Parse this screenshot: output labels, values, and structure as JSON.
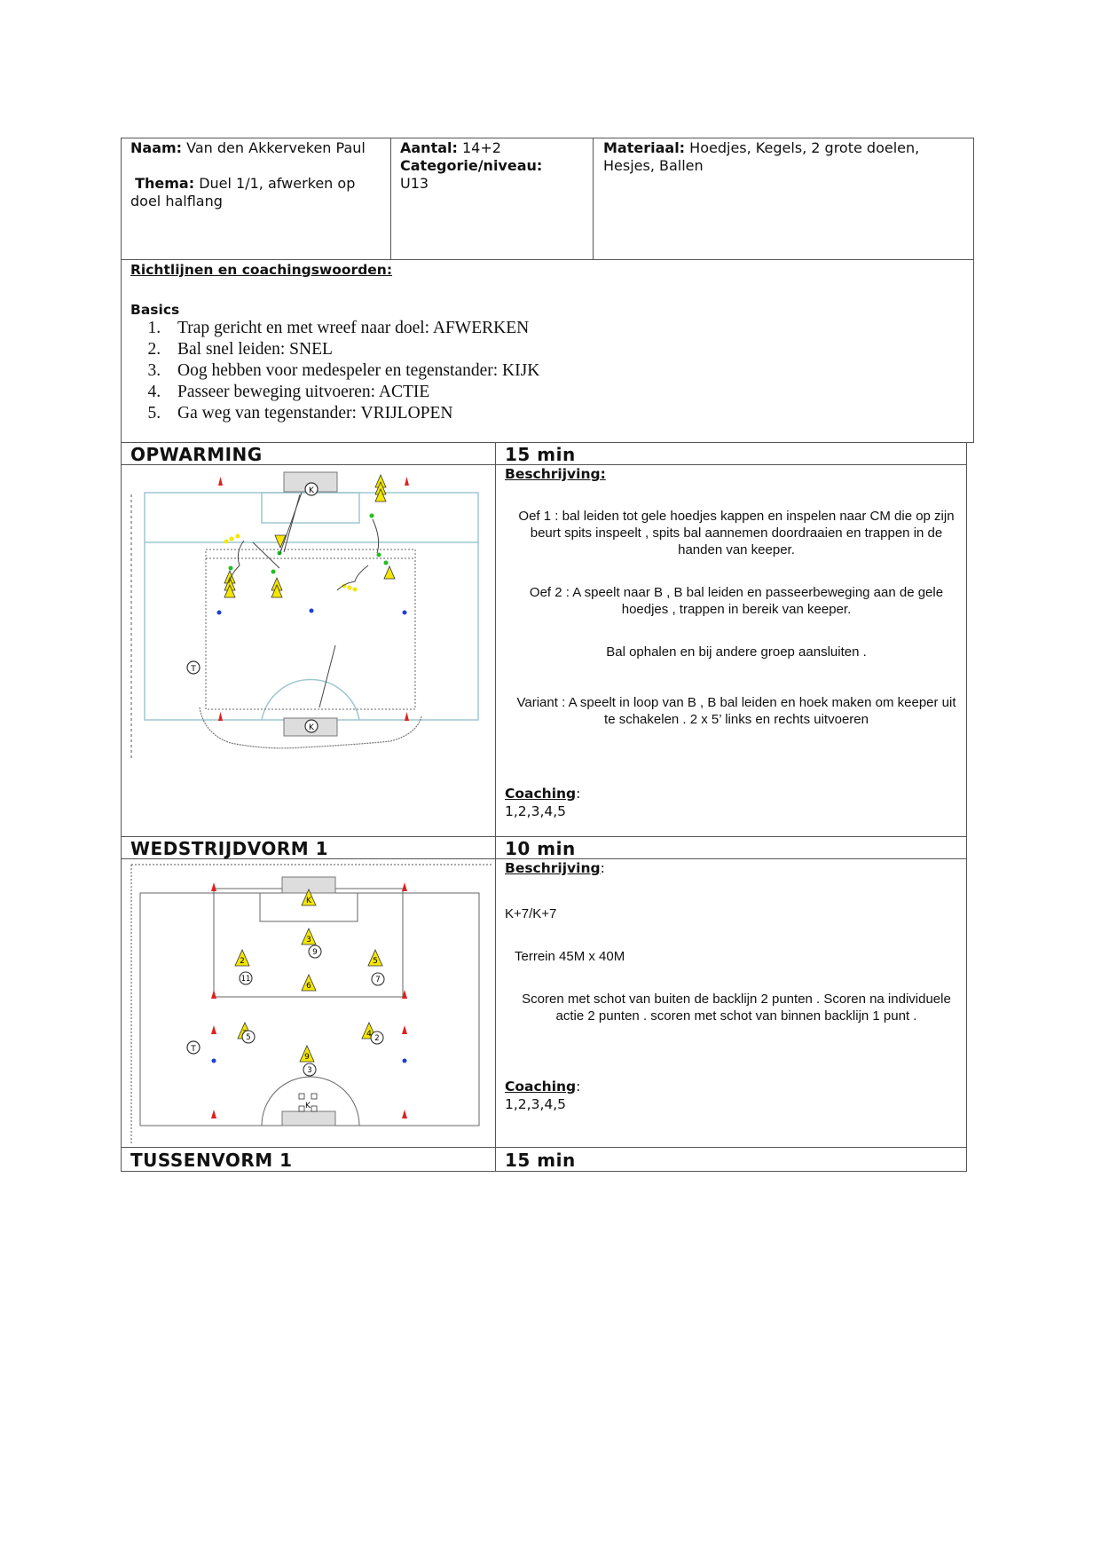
{
  "header": {
    "name_label": "Naam:",
    "name_value": "Van den Akkerveken Paul",
    "theme_label": "Thema:",
    "theme_value": "Duel 1/1, afwerken op doel halflang",
    "count_label": "Aantal:",
    "count_value": "14+2",
    "category_label": "Categorie/niveau:",
    "category_value": "U13",
    "material_label": "Materiaal:",
    "material_value": "Hoedjes, Kegels, 2 grote doelen, Hesjes, Ballen"
  },
  "guidelines": {
    "title": "Richtlijnen en coachingswoorden:",
    "basics_label": "Basics",
    "items": [
      "Trap gericht en met wreef naar doel: AFWERKEN",
      "Bal snel leiden: SNEL",
      "Oog hebben voor medespeler en tegenstander: KIJK",
      "Passeer beweging uitvoeren: ACTIE",
      "Ga weg van tegenstander: VRIJLOPEN"
    ]
  },
  "sections": {
    "warmup": {
      "title": "OPWARMING",
      "duration": "15 min",
      "description_label": "Beschrijving:",
      "paragraphs": [
        "Oef 1 : bal leiden tot gele hoedjes kappen en inspelen naar CM die op zijn  beurt spits inspeelt , spits bal aannemen doordraaien en trappen in de handen van keeper.",
        "Oef 2 : A speelt naar B , B bal leiden en passeerbeweging aan de gele hoedjes , trappen in bereik van keeper.",
        "Bal ophalen en bij andere groep aansluiten .",
        "Variant : A speelt in loop van B , B bal leiden en hoek maken om keeper uit te schakelen .   2 x 5’ links en rechts uitvoeren"
      ],
      "coaching_label": "Coaching",
      "coaching_colon": ":",
      "coaching_value": "1,2,3,4,5",
      "diagram": {
        "keeper_top": "K",
        "keeper_bottom": "K",
        "trainer": "T"
      }
    },
    "match1": {
      "title": "WEDSTRIJDVORM 1",
      "duration": "10 min",
      "description_label": "Beschrijving",
      "description_colon": ":",
      "line1": "K+7/K+7",
      "line2": "Terrein 45M x 40M",
      "line3": "Scoren met schot van buiten de backlijn 2 punten . Scoren na individuele actie 2 punten . scoren met schot van  binnen backlijn 1 punt .",
      "coaching_label": "Coaching",
      "coaching_colon": ":",
      "coaching_value": "1,2,3,4,5",
      "diagram": {
        "trainer": "T",
        "keeper_top": "K",
        "keeper_bottom": "K",
        "yellow": [
          "3",
          "2",
          "5",
          "6",
          "7",
          "4",
          "9"
        ],
        "white": [
          "9",
          "11",
          "7",
          "5",
          "2",
          "3"
        ]
      }
    },
    "inter1": {
      "title": "TUSSENVORM 1",
      "duration": "15 min"
    }
  },
  "colors": {
    "border": "#555555",
    "pitch_line": "#9ec8d0",
    "cone_red": "#e02020",
    "hat_yellow": "#f4e600",
    "dot_blue": "#1f3fd8",
    "dot_green": "#22c022"
  }
}
